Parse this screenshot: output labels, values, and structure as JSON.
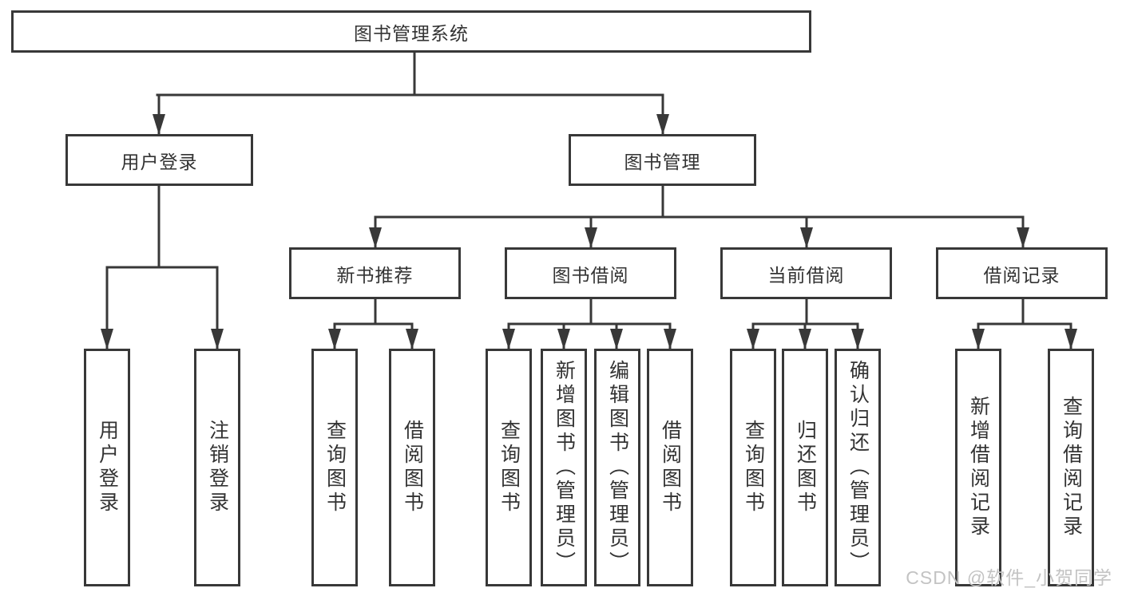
{
  "tree": {
    "root": {
      "label": "图书管理系统"
    },
    "children": [
      {
        "label": "用户登录",
        "children": [
          {
            "label": "用户登录"
          },
          {
            "label": "注销登录"
          }
        ]
      },
      {
        "label": "图书管理",
        "children": [
          {
            "label": "新书推荐",
            "children": [
              {
                "label": "查询图书"
              },
              {
                "label": "借阅图书"
              }
            ]
          },
          {
            "label": "图书借阅",
            "children": [
              {
                "label": "查询图书"
              },
              {
                "label": "新增图书（管理员）"
              },
              {
                "label": "编辑图书（管理员）"
              },
              {
                "label": "借阅图书"
              }
            ]
          },
          {
            "label": "当前借阅",
            "children": [
              {
                "label": "查询图书"
              },
              {
                "label": "归还图书"
              },
              {
                "label": "确认归还（管理员）"
              }
            ]
          },
          {
            "label": "借阅记录",
            "children": [
              {
                "label": "新增借阅记录"
              },
              {
                "label": "查询借阅记录"
              }
            ]
          }
        ]
      }
    ]
  },
  "watermark": {
    "text": "CSDN @软件_小贺同学"
  },
  "colors": {
    "line": "#383838",
    "text": "#333333",
    "watermark": "#c3c3c3",
    "background": "#ffffff"
  }
}
